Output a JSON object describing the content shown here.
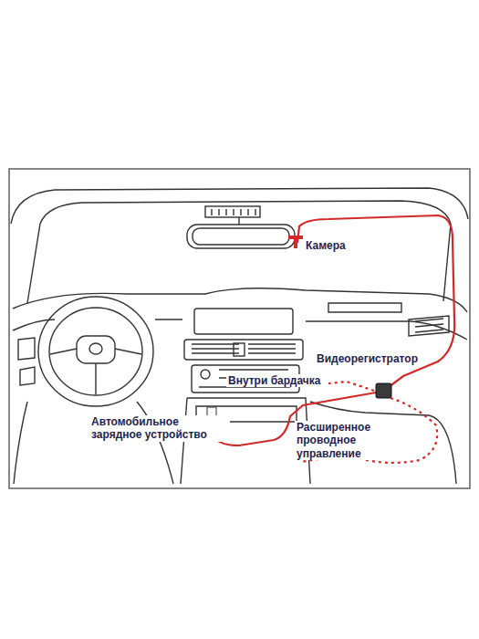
{
  "diagram": {
    "labels": [
      "Камера",
      "Видеорегистратор",
      "Внутри бардачка",
      "Автомобильное зарядное устройство",
      "Расширенное проводное управление"
    ]
  }
}
